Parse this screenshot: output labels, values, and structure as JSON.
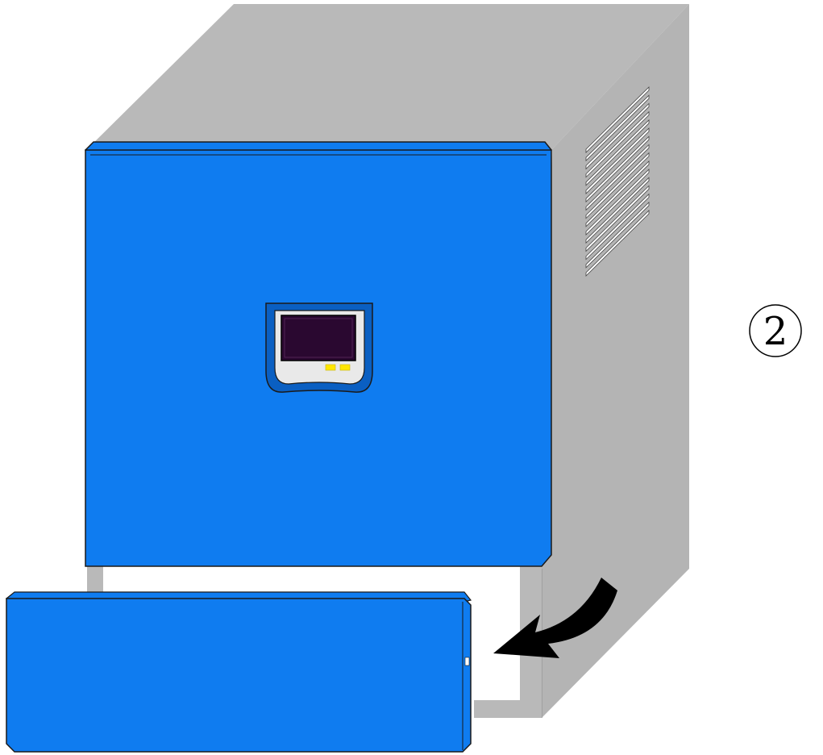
{
  "diagram": {
    "step_number": "2",
    "colors": {
      "cabinet_gray": "#b9b9b9",
      "cabinet_shadow": "#a9a9a9",
      "panel_blue": "#0f7cf0",
      "panel_blue_dark": "#0a5fc2",
      "outline": "#1a1a1a",
      "display_screen": "#2a0830",
      "display_bezel": "#e9e9e9",
      "indicator_yellow": "#ffe600",
      "arrow_black": "#000000",
      "vent_white": "#ffffff"
    },
    "vent_slat_count": 16,
    "indicator_led_count": 2,
    "icons": [
      "curved-arrow-icon",
      "circled-number-icon"
    ]
  }
}
